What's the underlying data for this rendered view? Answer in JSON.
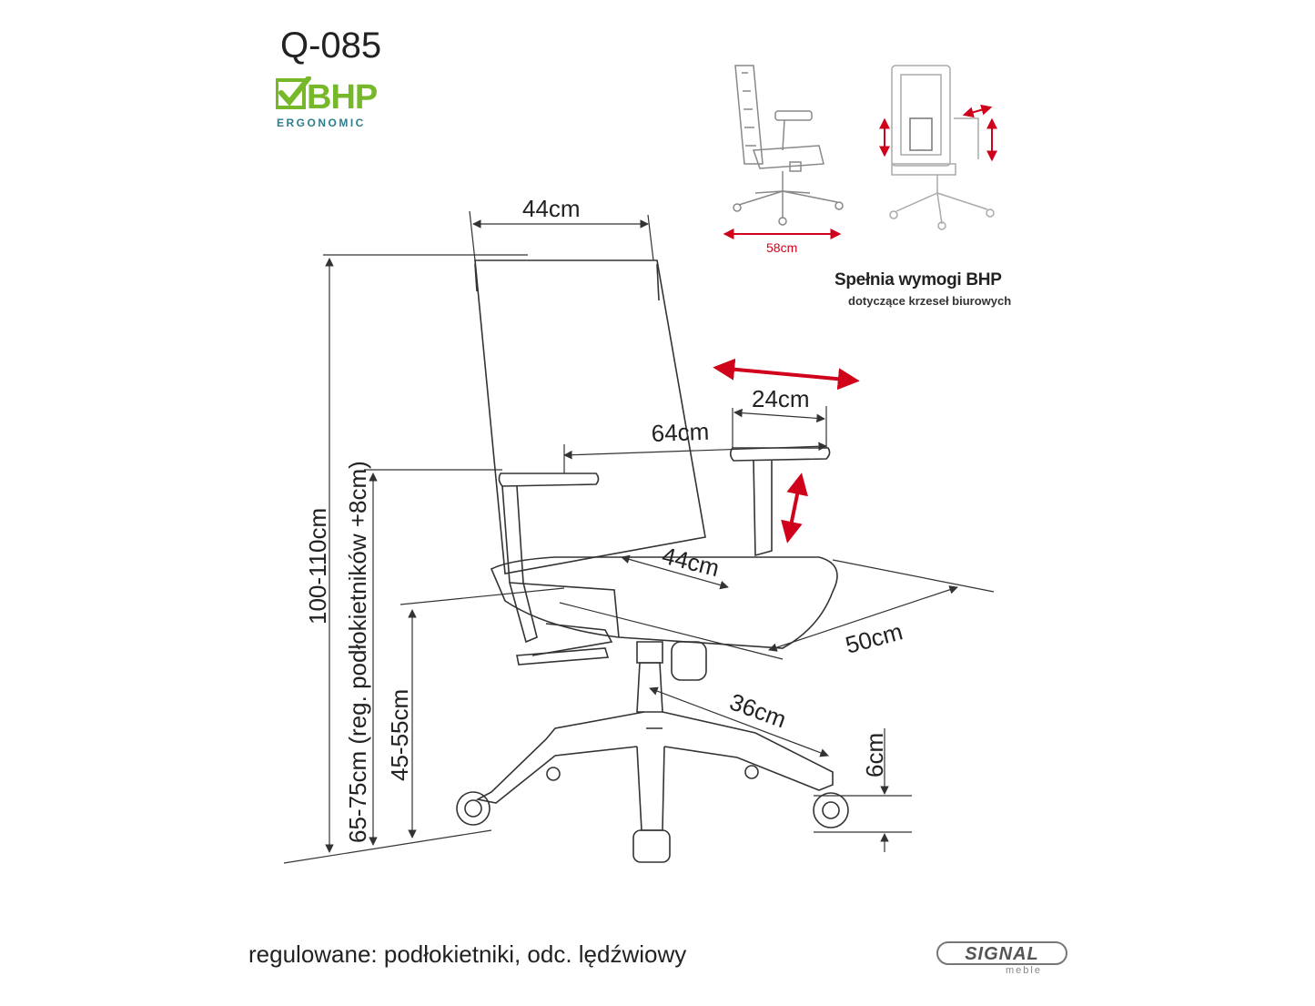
{
  "header": {
    "model_code": "Q-085",
    "bhp_logo": {
      "text": "BHP",
      "subtext": "ERGONOMIC",
      "icon": "check-icon"
    }
  },
  "certification": {
    "title": "Spełnia wymogi BHP",
    "subtitle": "dotyczące krzeseł biurowych"
  },
  "thumbnail": {
    "width_label": "58cm"
  },
  "dimensions": {
    "backrest_width": "44cm",
    "armrest_length": "24cm",
    "arm_span": "64cm",
    "seat_width": "44cm",
    "seat_depth": "50cm",
    "base_radius": "36cm",
    "wheel_height": "6cm",
    "total_height": "100-110cm",
    "armrest_height": "65-75cm (reg. podłokietników +8cm)",
    "seat_height": "45-55cm"
  },
  "footer": {
    "adjustable_text": "regulowane: podłokietniki, odc. lędźwiowy",
    "brand": "SIGNAL",
    "brand_sub": "meble"
  },
  "colors": {
    "bhp_green": "#76b82a",
    "ergonomic_teal": "#2e7d8c",
    "adjust_arrow_red": "#d0021b"
  }
}
